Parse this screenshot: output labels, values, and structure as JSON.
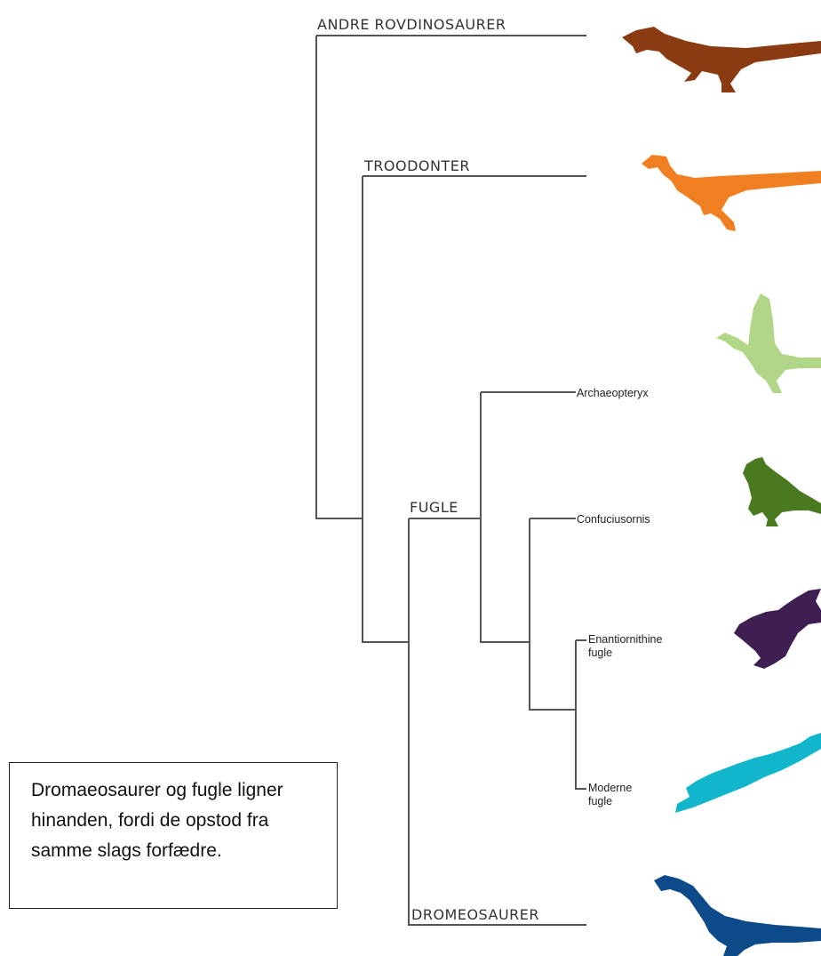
{
  "clades": {
    "andre_rovdinosaurer": "ANDRE ROVDINOSAURER",
    "troodonter": "TROODONTER",
    "fugle": "FUGLE",
    "dromeosaurer": "DROMEOSAURER"
  },
  "taxa": {
    "archaeopteryx": "Archaeopteryx",
    "confuciusornis": "Confuciusornis",
    "enantiornithine_1": "Enantiornithine",
    "enantiornithine_2": "fugle",
    "moderne_1": "Moderne",
    "moderne_2": "fugle"
  },
  "note": {
    "text": "Dromaeosaurer og fugle ligner hinanden, fordi de opstod fra samme slags forfædre."
  },
  "silhouettes": [
    {
      "name": "andre-rovdinosaurer-silhouette",
      "color": "#8a3b12"
    },
    {
      "name": "troodonter-silhouette",
      "color": "#f07f22"
    },
    {
      "name": "archaeopteryx-silhouette",
      "color": "#b2d687"
    },
    {
      "name": "confuciusornis-silhouette",
      "color": "#4a7a1f"
    },
    {
      "name": "enantiornithine-silhouette",
      "color": "#3f1f52"
    },
    {
      "name": "moderne-fugle-silhouette",
      "color": "#12b6cc"
    },
    {
      "name": "dromeosaurer-silhouette",
      "color": "#0d4a8a"
    }
  ]
}
